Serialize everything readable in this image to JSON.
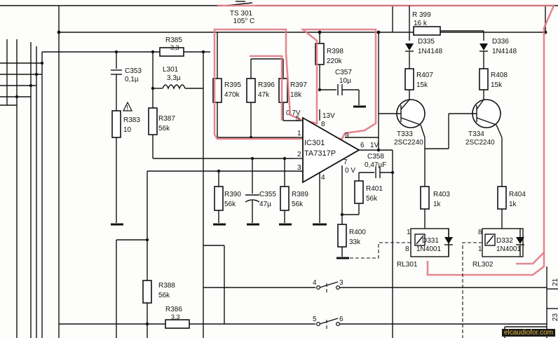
{
  "labels": {
    "ts301": "TS 301",
    "ts301_temp": "105° C",
    "r399": "R 399",
    "r399_val": "16 k",
    "r385": "R385",
    "r385_val": "3,3",
    "l301": "L301",
    "l301_val": "3,3µ",
    "c353": "C353",
    "c353_val": "0,1µ",
    "r383": "R383",
    "r383_val": "10",
    "r387": "R387",
    "r387_val": "56k",
    "r395": "R395",
    "r395_val": "470k",
    "r396": "R396",
    "r396_val": "47k",
    "r397": "R397",
    "r397_val": "18k",
    "r398": "R398",
    "r398_val": "220k",
    "c357": "C357",
    "c357_val": "10µ",
    "v07": "0,7V",
    "v13": "13V",
    "ic301": "IC301",
    "ic301_part": "TA7317P",
    "v1": "1V",
    "v0": "0 V",
    "c358": "C358",
    "c358_val": "0,47µF",
    "r390": "R390",
    "r390_val": "56k",
    "c355": "C355",
    "c355_val": "47µ",
    "r389": "R389",
    "r389_val": "56k",
    "r401": "R401",
    "r401_val": "56k",
    "r400": "R400",
    "r400_val": "33k",
    "d335": "D335",
    "d335_part": "1N4148",
    "d336": "D336",
    "d336_part": "1N4148",
    "r407": "R407",
    "r407_val": "15k",
    "r408": "R408",
    "r408_val": "15k",
    "t333": "T333",
    "t333_part": "2SC2240",
    "t334": "T334",
    "t334_part": "2SC2240",
    "r403": "R403",
    "r403_val": "1k",
    "r404": "R404",
    "r404_val": "1k",
    "d331": "D331",
    "d331_part": "1N4001",
    "d332": "D332",
    "d332_part": "1N4001",
    "rl301": "RL301",
    "rl302": "RL302",
    "r388": "R388",
    "r388_val": "56k",
    "r386": "R386",
    "r386_val": "3,3",
    "pins": {
      "p1": "1",
      "p2": "2",
      "p3": "3",
      "p4": "4",
      "p5": "5",
      "p6": "6",
      "p7": "7",
      "p8": "8",
      "p9": "9",
      "rl1_1": "1",
      "rl1_8": "8",
      "rl2_1": "1",
      "rl2_8": "8",
      "sw4": "4",
      "sw3": "3",
      "sw5": "5",
      "sw6": "6",
      "e21": "21",
      "e23": "23"
    },
    "watermark": "elcaudiofor.com"
  }
}
